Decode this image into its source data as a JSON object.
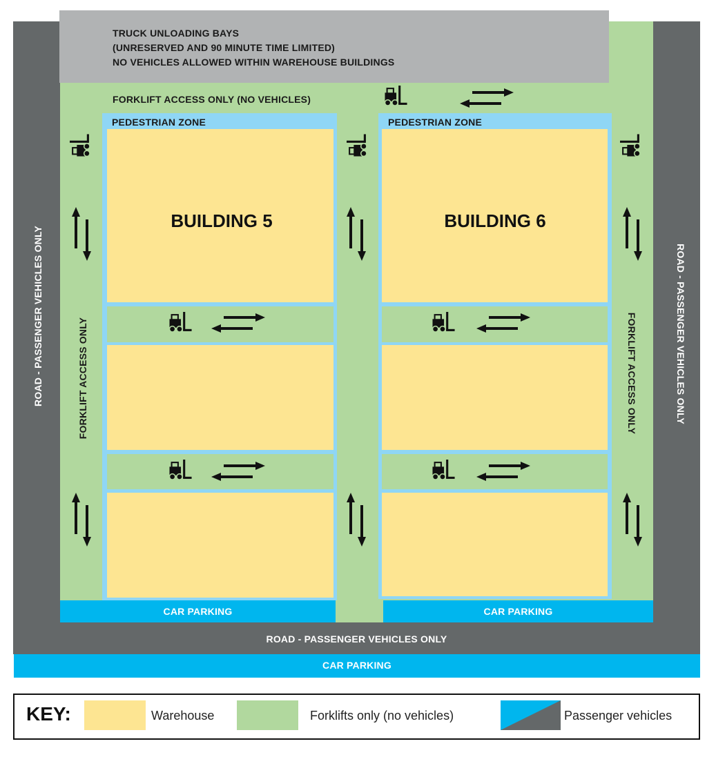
{
  "truck_bays": {
    "line1": "TRUCK UNLOADING BAYS",
    "line2": "(UNRESERVED AND 90 MINUTE TIME LIMITED)",
    "line3": "NO VEHICLES ALLOWED WITHIN WAREHOUSE BUILDINGS"
  },
  "forklift_top": "FORKLIFT ACCESS ONLY (NO VEHICLES)",
  "forklift_side": "FORKLIFT ACCESS ONLY",
  "pedestrian_zone": "PEDESTRIAN ZONE",
  "buildings": [
    "BUILDING 5",
    "BUILDING 6"
  ],
  "road": "ROAD - PASSENGER VEHICLES ONLY",
  "car_parking": "CAR PARKING",
  "key": {
    "title": "KEY:",
    "items": [
      "Warehouse",
      "Forklifts only (no vehicles)",
      "Passenger vehicles"
    ]
  },
  "colors": {
    "warehouse": "#fde592",
    "forklift": "#b1d89e",
    "passenger_parking": "#00b6ee",
    "road": "#646869",
    "truck_bay": "#b1b3b4",
    "pedestrian": "#8fd6f5"
  }
}
